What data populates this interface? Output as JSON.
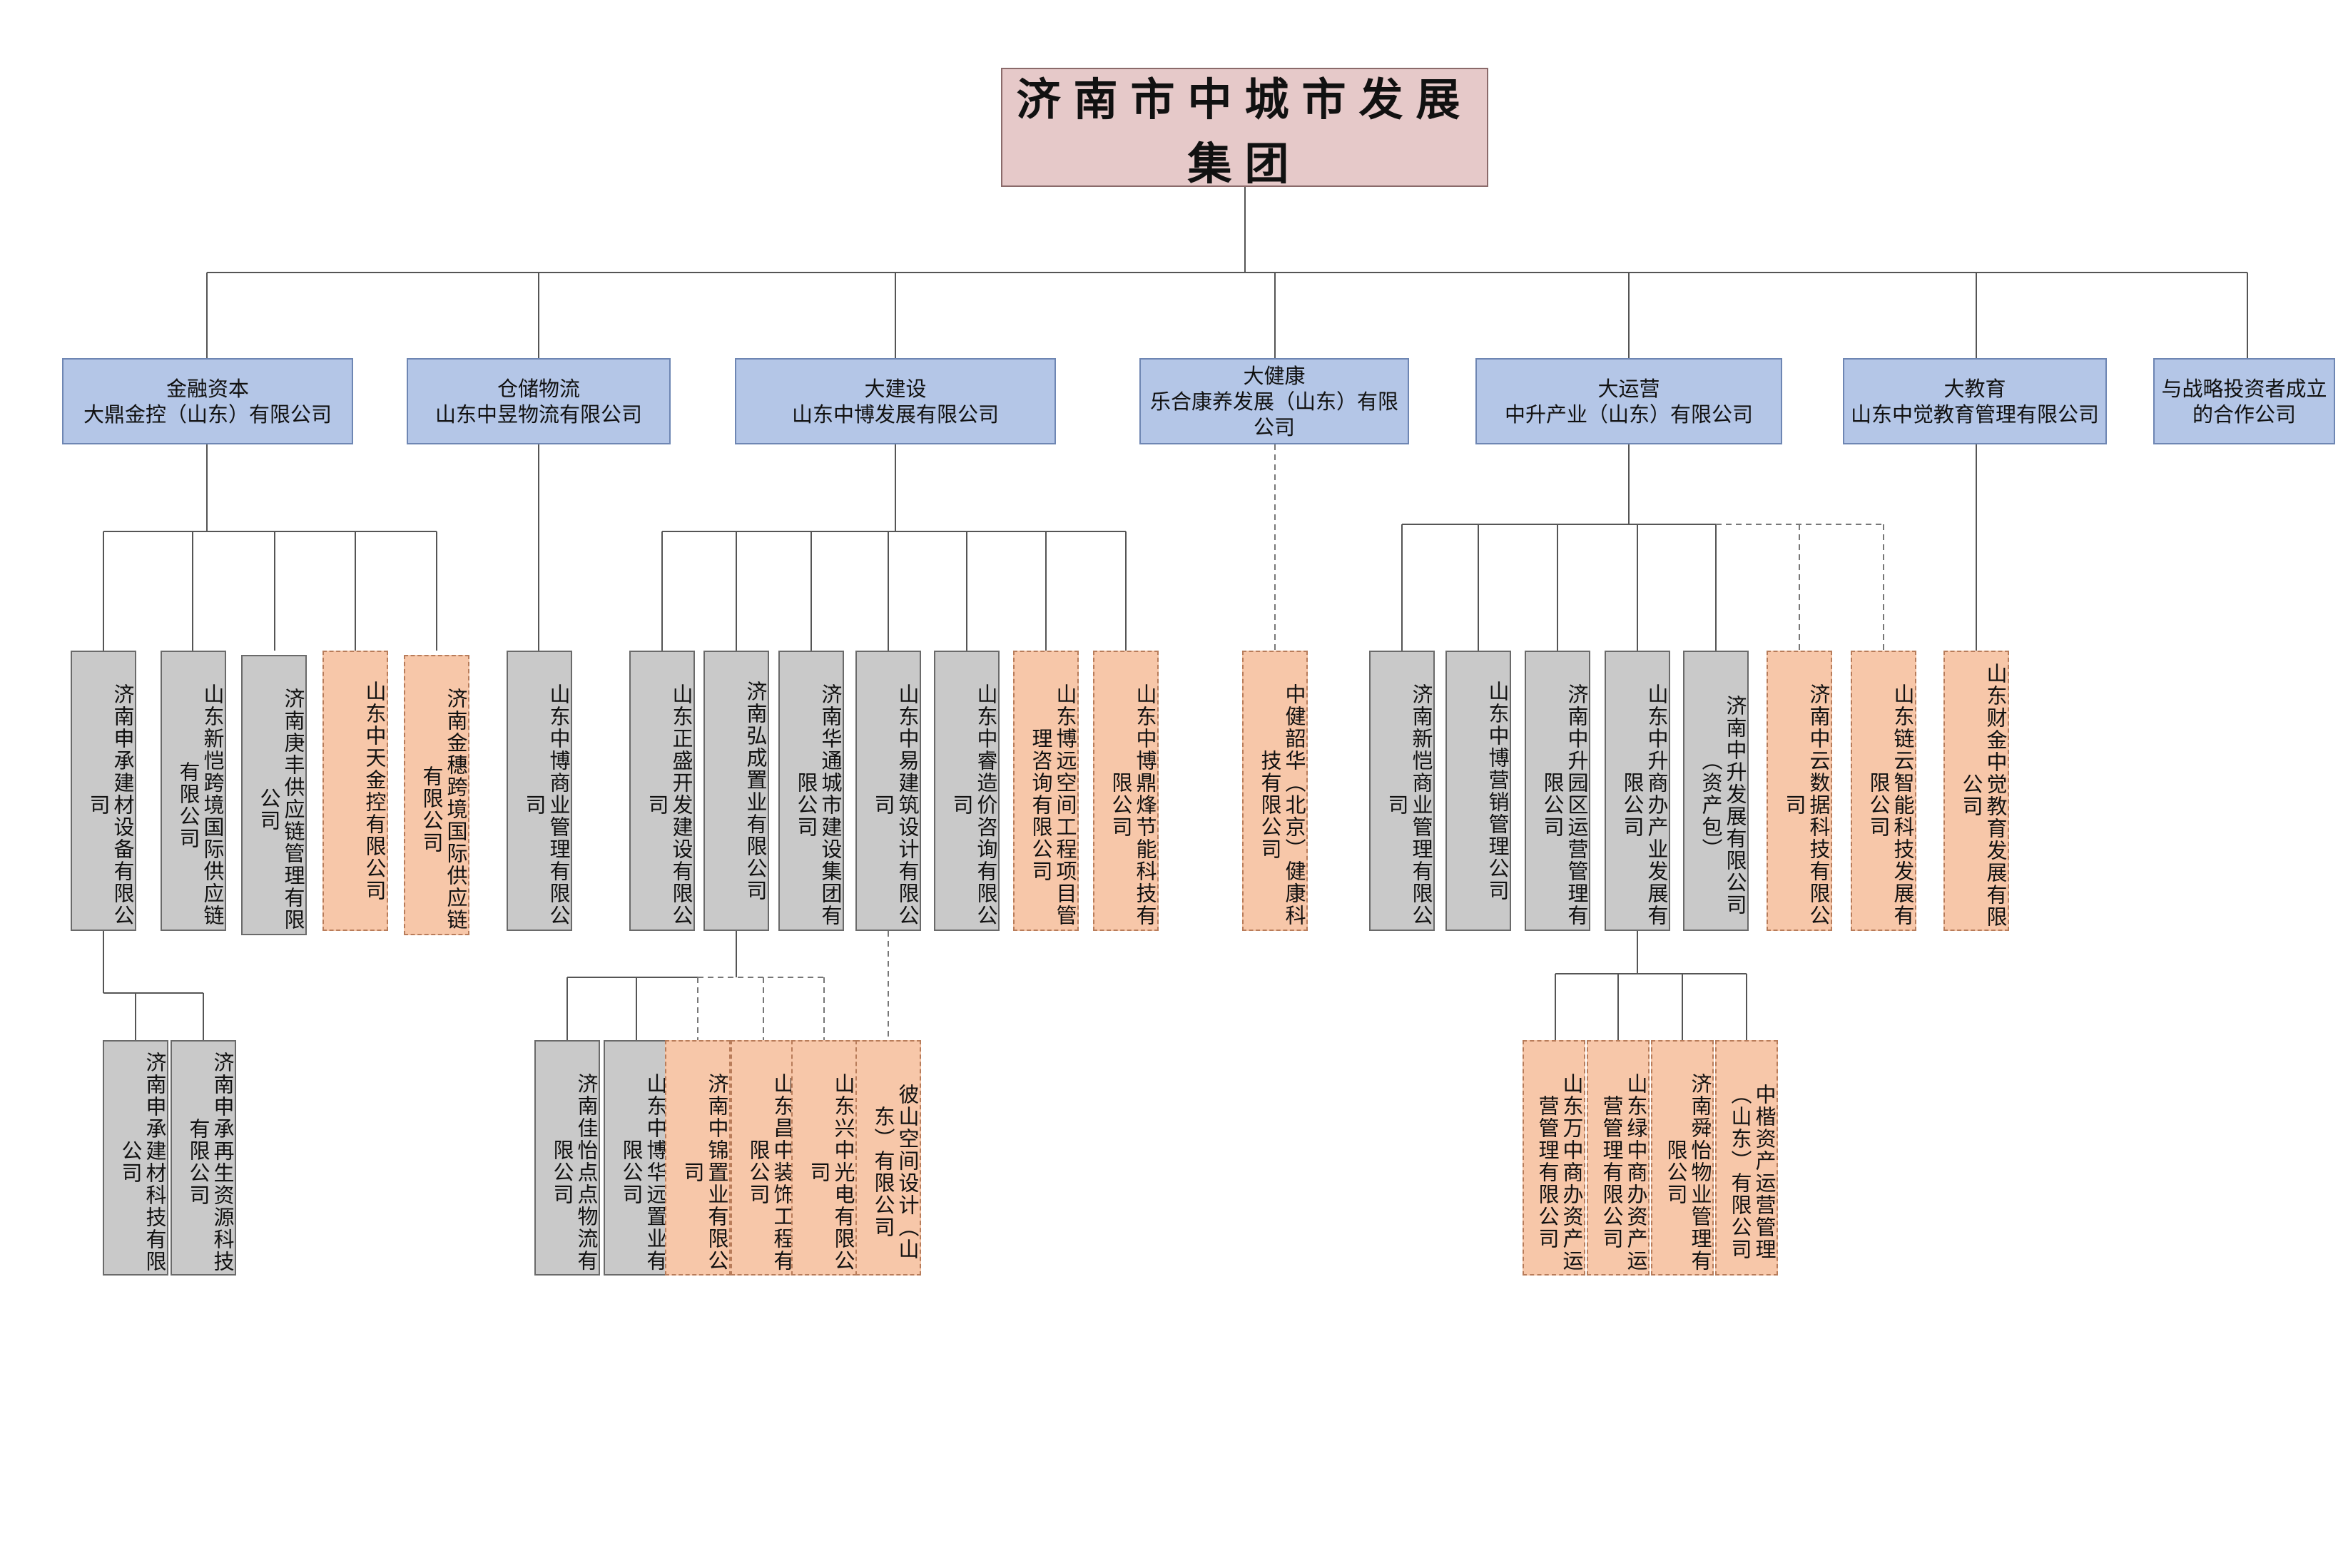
{
  "root": {
    "label": "济南市中城市发展集团"
  },
  "sectors": [
    {
      "line1": "金融资本",
      "line2": "大鼎金控（山东）有限公司"
    },
    {
      "line1": "仓储物流",
      "line2": "山东中昱物流有限公司"
    },
    {
      "line1": "大建设",
      "line2": "山东中博发展有限公司"
    },
    {
      "line1": "大健康",
      "line2": "乐合康养发展（山东）有限公司"
    },
    {
      "line1": "大运营",
      "line2": "中升产业（山东）有限公司"
    },
    {
      "line1": "大教育",
      "line2": "山东中觉教育管理有限公司"
    },
    {
      "line1": "与战略投资者成立",
      "line2": "的合作公司"
    }
  ],
  "companies": {
    "c1": "济南申承建材设备有限公司",
    "c2": "山东新恺跨境国际供应链有限公司",
    "c3": "济南庚丰供应链管理有限公司",
    "c4": "山东中天金控有限公司",
    "c5": "济南金穗跨境国际供应链有限公司",
    "c6": "山东中博商业管理有限公司",
    "c7": "山东正盛开发建设有限公司",
    "c8": "济南弘成置业有限公司",
    "c9": "济南华通城市建设集团有限公司",
    "c10": "山东中易建筑设计有限公司",
    "c11": "山东中睿造价咨询有限公司",
    "c12": "山东博远空间工程项目管理咨询有限公司",
    "c13": "山东中博鼎烽节能科技有限公司",
    "c14": "中健韶华（北京）健康科技有限公司",
    "c15": "济南新恺商业管理有限公司",
    "c16": "山东中博营销管理公司",
    "c17": "济南中升园区运营管理有限公司",
    "c18": "山东中升商办产业发展有限公司",
    "c19": "济南中升发展有限公司（资产包）",
    "c20": "济南中云数据科技有限公司",
    "c21": "山东链云智能科技发展有限公司",
    "c22": "山东财金中觉教育发展有限公司",
    "c23": "济南申承建材科技有限公司",
    "c24": "济南申承再生资源科技有限公司",
    "c25": "济南佳怡点点物流有限公司",
    "c26": "山东中博华远置业有限公司",
    "c27": "济南中锦置业有限公司",
    "c28": "山东昌中装饰工程有限公司",
    "c29": "山东兴中光电有限公司",
    "c30": "彼山空间设计（山东）有限公司",
    "c31": "山东万中商办资产运营管理有限公司",
    "c32": "山东绿中商办资产运营管理有限公司",
    "c33": "济南舜怡物业管理有限公司",
    "c34": "中楷资产运营管理（山东）有限公司"
  }
}
